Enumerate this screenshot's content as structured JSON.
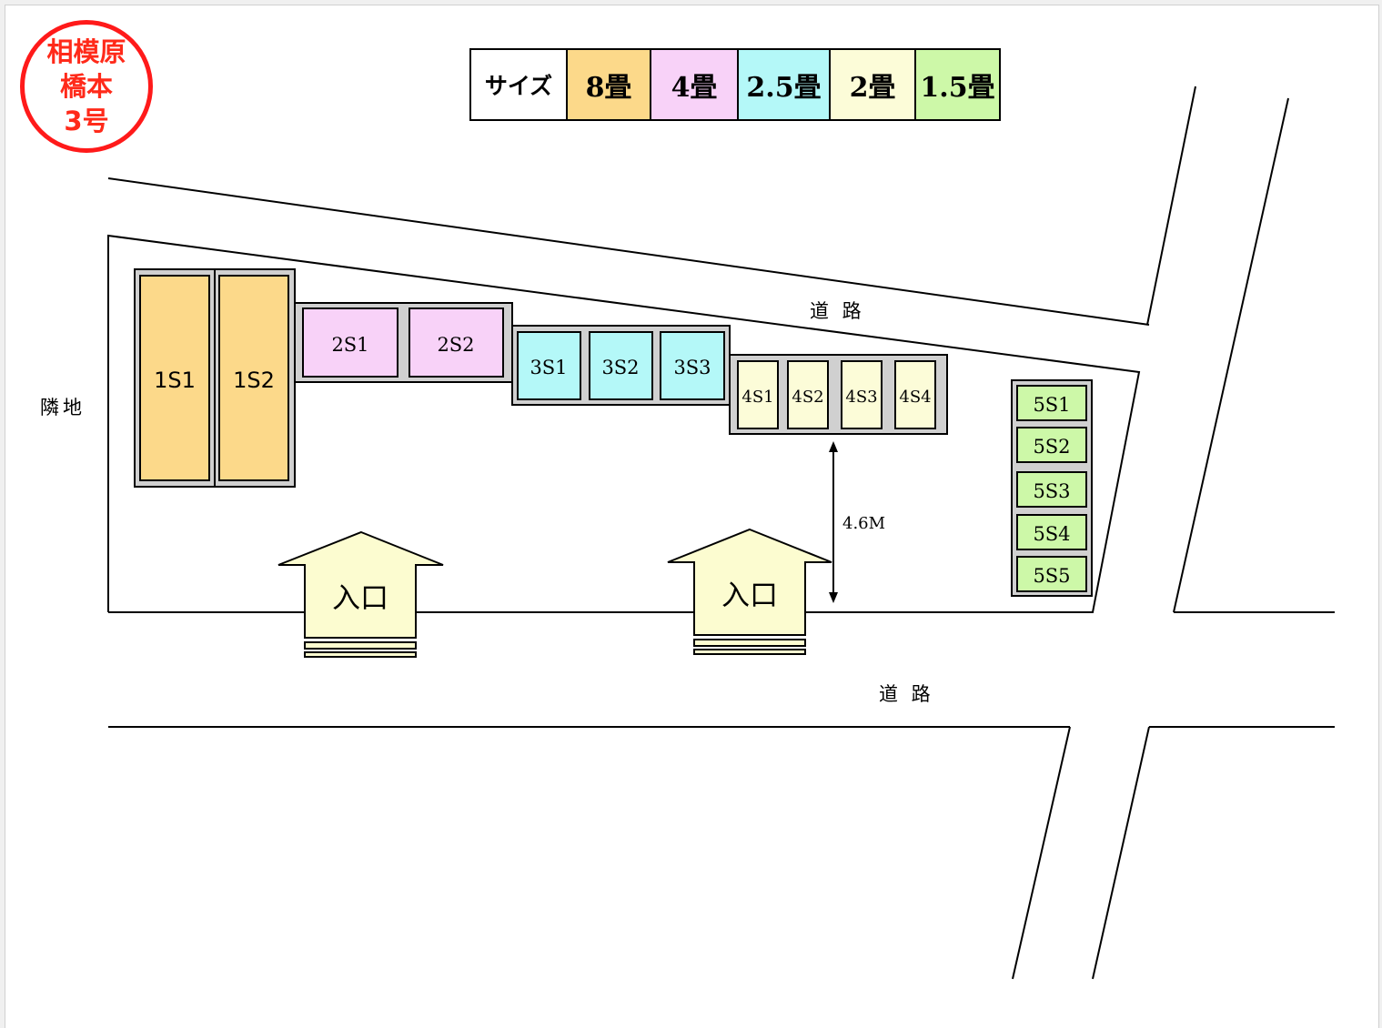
{
  "stamp": {
    "line1": "相模原",
    "line2": "橋本",
    "line3": "3号",
    "color": "#ff2a1a"
  },
  "legend": {
    "title": "サイズ",
    "sizes": [
      {
        "label": "8畳",
        "color": "#fcd98a"
      },
      {
        "label": "4畳",
        "color": "#f8d2f8"
      },
      {
        "label": "2.5畳",
        "color": "#b4f8f8"
      },
      {
        "label": "2畳",
        "color": "#fcfcd8"
      },
      {
        "label": "1.5畳",
        "color": "#cdf8a8"
      }
    ]
  },
  "labels": {
    "neighbor": "隣地",
    "road_top": "道 路",
    "road_bottom": "道 路",
    "distance": "4.6M",
    "entrance_1": "入口",
    "entrance_2": "入口"
  },
  "units": {
    "group1": [
      "1S1",
      "1S2"
    ],
    "group2": [
      "2S1",
      "2S2"
    ],
    "group3": [
      "3S1",
      "3S2",
      "3S3"
    ],
    "group4": [
      "4S1",
      "4S2",
      "4S3",
      "4S4"
    ],
    "group5": [
      "5S1",
      "5S2",
      "5S3",
      "5S4",
      "5S5"
    ]
  }
}
